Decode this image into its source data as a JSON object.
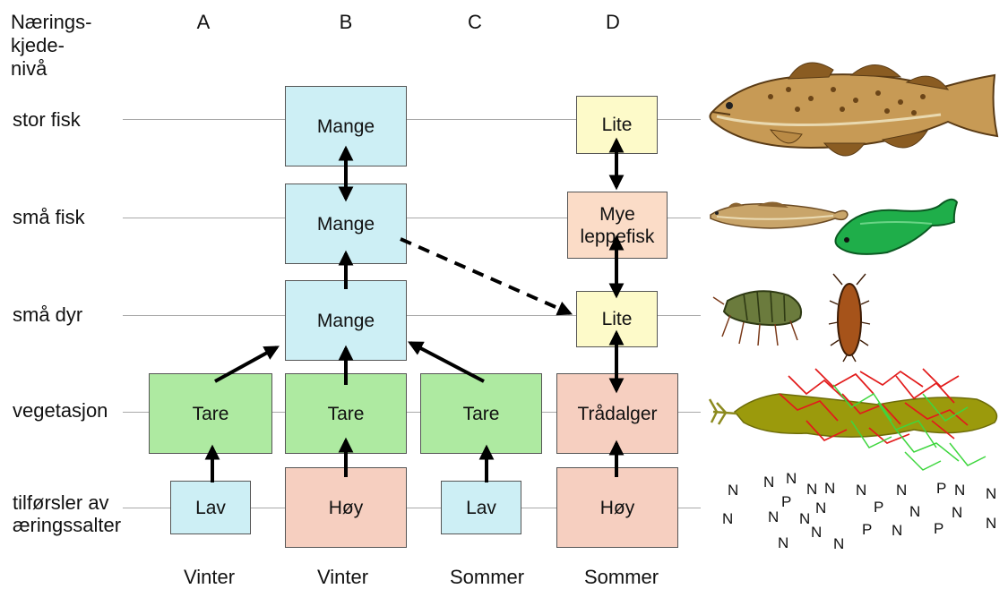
{
  "header": {
    "level_title": "Nærings-\nkjede-\nnivå",
    "columns": [
      "A",
      "B",
      "C",
      "D"
    ]
  },
  "levels": [
    "stor fisk",
    "små fisk",
    "små dyr",
    "vegetasjon",
    "tilførsler av\næringssalter"
  ],
  "boxes": {
    "b_stor": "Mange",
    "b_smaa_fisk": "Mange",
    "b_smaa_dyr": "Mange",
    "a_veg": "Tare",
    "b_veg": "Tare",
    "c_veg": "Tare",
    "d_veg": "Trådalger",
    "a_nut": "Lav",
    "b_nut": "Høy",
    "c_nut": "Lav",
    "d_nut": "Høy",
    "d_stor": "Lite",
    "d_smaa_fisk": "Mye\nleppefisk",
    "d_smaa_dyr": "Lite"
  },
  "seasons": [
    "Vinter",
    "Vinter",
    "Sommer",
    "Sommer"
  ],
  "nutrient_letters": [
    "N",
    "N",
    "N",
    "P",
    "N",
    "N",
    "N",
    "N",
    "P",
    "N",
    "N",
    "P",
    "N",
    "N",
    "N",
    "N",
    "N",
    "N",
    "N",
    "N",
    "P",
    "N",
    "P",
    "N",
    "N"
  ],
  "colors": {
    "blue_box": "#cdeff5",
    "green_box": "#aeeaa1",
    "pink_box": "#f6cfc0",
    "yellow_box": "#fdfac9",
    "peach_box": "#fbdcc7"
  }
}
